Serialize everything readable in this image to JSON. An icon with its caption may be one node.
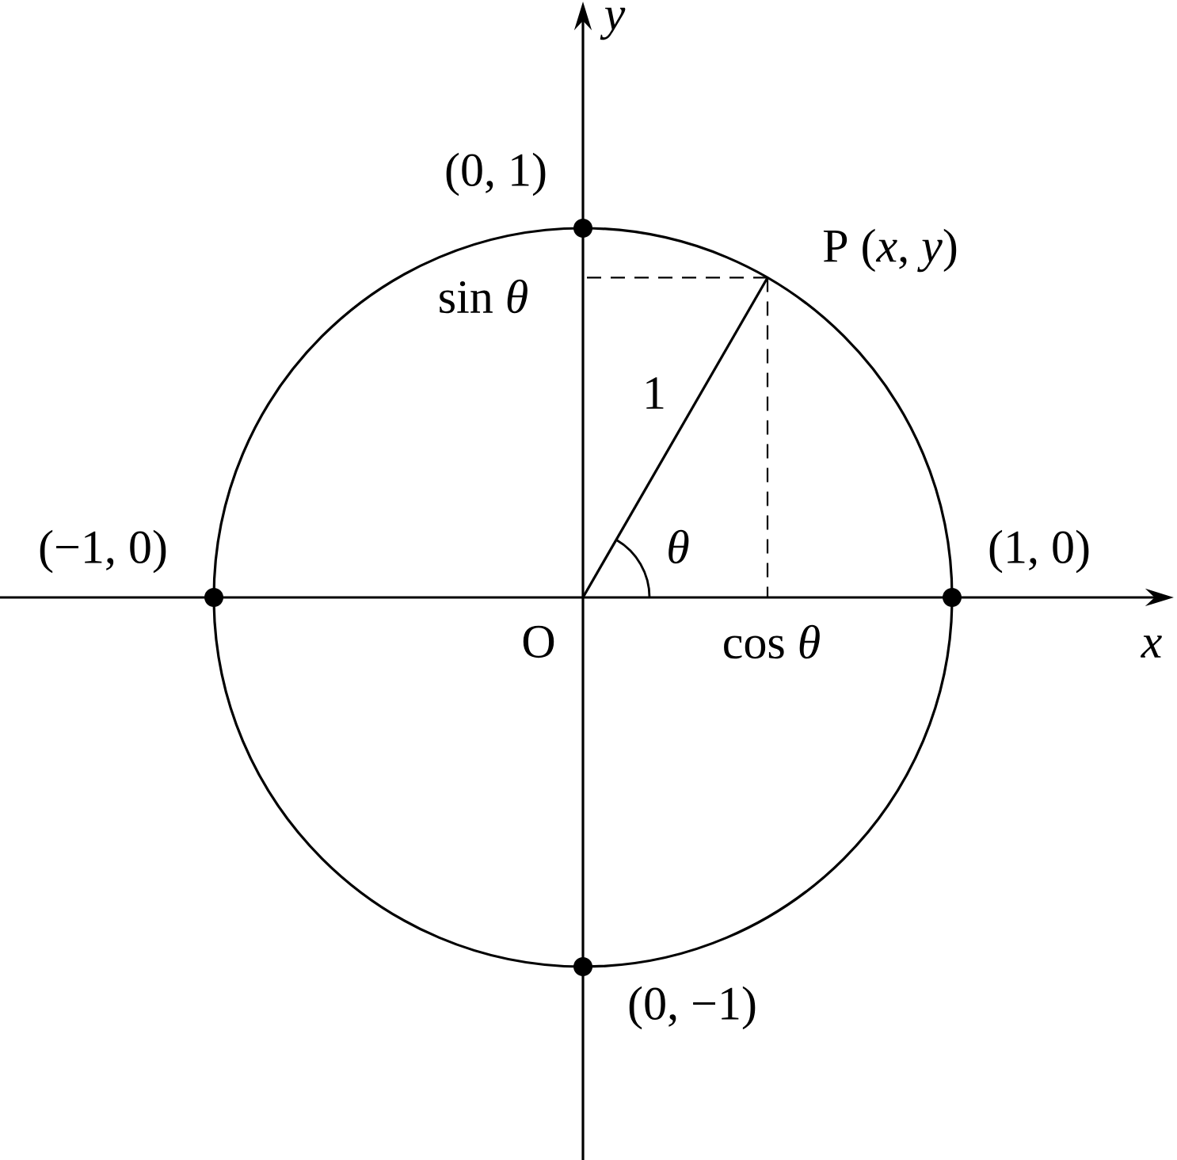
{
  "diagram": {
    "labels": [
      "y",
      "(0, 1)",
      "P (*x*, *y*)",
      "sin *θ*",
      "1",
      "θ",
      "(−1, 0)",
      "(1, 0)",
      "O",
      "cos *θ*",
      "x",
      "(0, −1)"
    ]
  }
}
